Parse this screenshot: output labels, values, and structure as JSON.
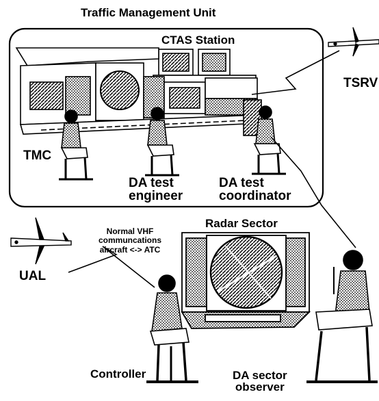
{
  "labels": {
    "tmu_title": "Traffic Management Unit",
    "ctas_station": "CTAS Station",
    "tsrv": "TSRV",
    "tmc": "TMC",
    "da_test_engineer": "DA test\nengineer",
    "da_test_coordinator": "DA test\ncoordinator",
    "radar_sector": "Radar Sector",
    "vhf_note": "Normal VHF\ncommuncations\naircraft <-> ATC",
    "ual": "UAL",
    "controller": "Controller",
    "da_sector_observer": "DA sector\nobserver"
  },
  "colors": {
    "ink": "#000000",
    "paper": "#ffffff",
    "shade": "#8a8a8a"
  }
}
